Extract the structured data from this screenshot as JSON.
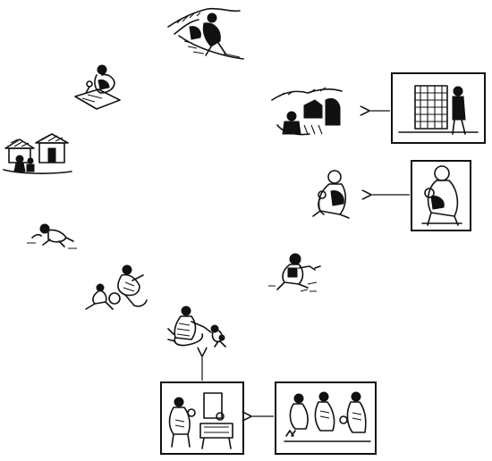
{
  "diagram": {
    "type": "illustrated-cycle",
    "scenes": [
      {
        "id": "hillside-farmer",
        "icon": "person-carrying-load-icon"
      },
      {
        "id": "mother-and-infant",
        "icon": "seated-mother-icon"
      },
      {
        "id": "village-huts",
        "icon": "huts-icon"
      },
      {
        "id": "crawling-baby",
        "icon": "crawling-baby-icon"
      },
      {
        "id": "mother-with-toddler",
        "icon": "mother-toddler-icon"
      },
      {
        "id": "woman-with-children",
        "icon": "woman-children-icon"
      },
      {
        "id": "child-playing",
        "icon": "child-playing-icon"
      },
      {
        "id": "breastfeeding-mother",
        "icon": "breastfeeding-icon"
      },
      {
        "id": "village-landscape",
        "icon": "landscape-icon"
      }
    ],
    "panels": [
      {
        "id": "woodpile-panel",
        "icon": "woodpile-icon"
      },
      {
        "id": "breastfeeding-panel",
        "icon": "breastfeeding-panel-icon"
      },
      {
        "id": "clinic-panel",
        "icon": "clinic-icon"
      },
      {
        "id": "group-meeting-panel",
        "icon": "group-meeting-icon"
      }
    ],
    "ink_color": "#111111",
    "background": "#ffffff"
  }
}
